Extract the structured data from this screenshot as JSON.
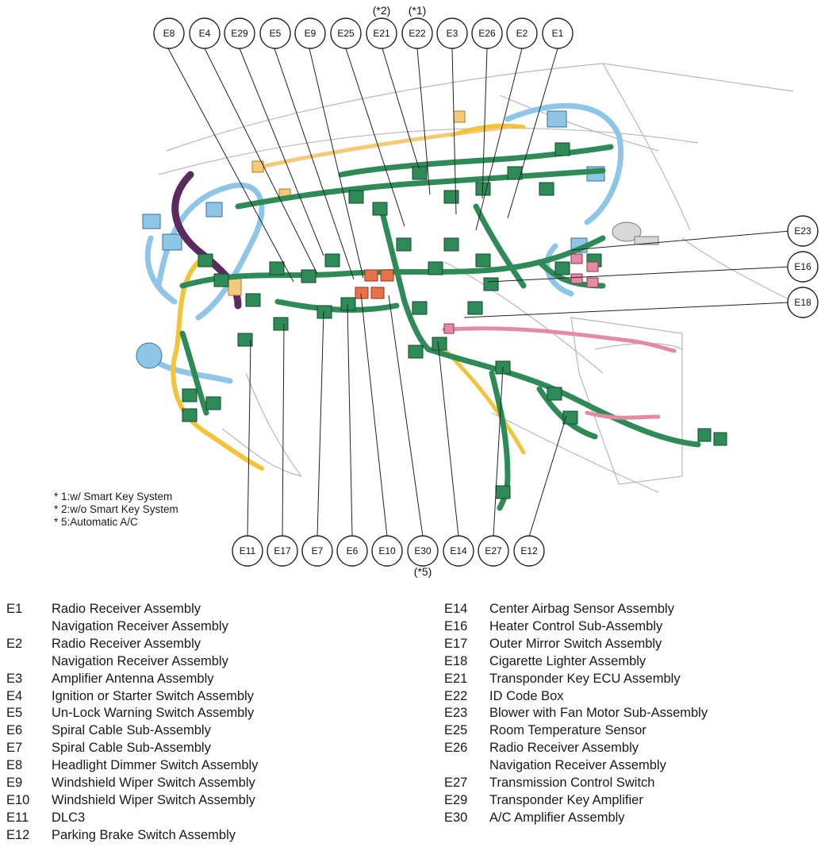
{
  "colors": {
    "harness_green": "#2e8b57",
    "harness_light_blue": "#8ec6e8",
    "harness_orange": "#f4c97a",
    "harness_yellow": "#f2c43a",
    "harness_pink": "#e58aa5",
    "harness_purple": "#5b2a5e",
    "connector_red": "#e8734a",
    "outline_gray": "#b8b8b8"
  },
  "top_callouts": [
    "E8",
    "E4",
    "E29",
    "E5",
    "E9",
    "E25",
    "E21",
    "E22",
    "E3",
    "E26",
    "E2",
    "E1"
  ],
  "top_notes": {
    "E21": "(*2)",
    "E22": "(*1)"
  },
  "right_callouts": [
    "E23",
    "E16",
    "E18"
  ],
  "bottom_callouts": [
    "E11",
    "E17",
    "E7",
    "E6",
    "E10",
    "E30",
    "E14",
    "E27",
    "E12"
  ],
  "bottom_notes": {
    "E30": "(*5)"
  },
  "footnotes": [
    "* 1:w/ Smart Key System",
    "* 2:w/o Smart Key System",
    "* 5:Automatic A/C"
  ],
  "legend_left": [
    {
      "code": "E1",
      "lines": [
        "Radio Receiver Assembly",
        "Navigation Receiver Assembly"
      ]
    },
    {
      "code": "E2",
      "lines": [
        "Radio Receiver Assembly",
        "Navigation Receiver Assembly"
      ]
    },
    {
      "code": "E3",
      "lines": [
        "Amplifier Antenna Assembly"
      ]
    },
    {
      "code": "E4",
      "lines": [
        "Ignition or Starter Switch Assembly"
      ]
    },
    {
      "code": "E5",
      "lines": [
        "Un-Lock Warning Switch Assembly"
      ]
    },
    {
      "code": "E6",
      "lines": [
        "Spiral Cable Sub-Assembly"
      ]
    },
    {
      "code": "E7",
      "lines": [
        "Spiral Cable Sub-Assembly"
      ]
    },
    {
      "code": "E8",
      "lines": [
        "Headlight Dimmer Switch Assembly"
      ]
    },
    {
      "code": "E9",
      "lines": [
        "Windshield Wiper Switch Assembly"
      ]
    },
    {
      "code": "E10",
      "lines": [
        "Windshield Wiper Switch Assembly"
      ]
    },
    {
      "code": "E11",
      "lines": [
        "DLC3"
      ]
    },
    {
      "code": "E12",
      "lines": [
        "Parking Brake Switch Assembly"
      ]
    }
  ],
  "legend_right": [
    {
      "code": "E14",
      "lines": [
        "Center Airbag Sensor Assembly"
      ]
    },
    {
      "code": "E16",
      "lines": [
        "Heater Control Sub-Assembly"
      ]
    },
    {
      "code": "E17",
      "lines": [
        "Outer Mirror Switch Assembly"
      ]
    },
    {
      "code": "E18",
      "lines": [
        "Cigarette Lighter Assembly"
      ]
    },
    {
      "code": "E21",
      "lines": [
        "Transponder Key ECU Assembly"
      ]
    },
    {
      "code": "E22",
      "lines": [
        "ID Code Box"
      ]
    },
    {
      "code": "E23",
      "lines": [
        "Blower with Fan Motor Sub-Assembly"
      ]
    },
    {
      "code": "E25",
      "lines": [
        "Room Temperature Sensor"
      ]
    },
    {
      "code": "E26",
      "lines": [
        "Radio Receiver Assembly",
        "Navigation Receiver Assembly"
      ]
    },
    {
      "code": "E27",
      "lines": [
        "Transmission Control Switch"
      ]
    },
    {
      "code": "E29",
      "lines": [
        "Transponder Key Amplifier"
      ]
    },
    {
      "code": "E30",
      "lines": [
        "A/C Amplifier Assembly"
      ]
    }
  ]
}
